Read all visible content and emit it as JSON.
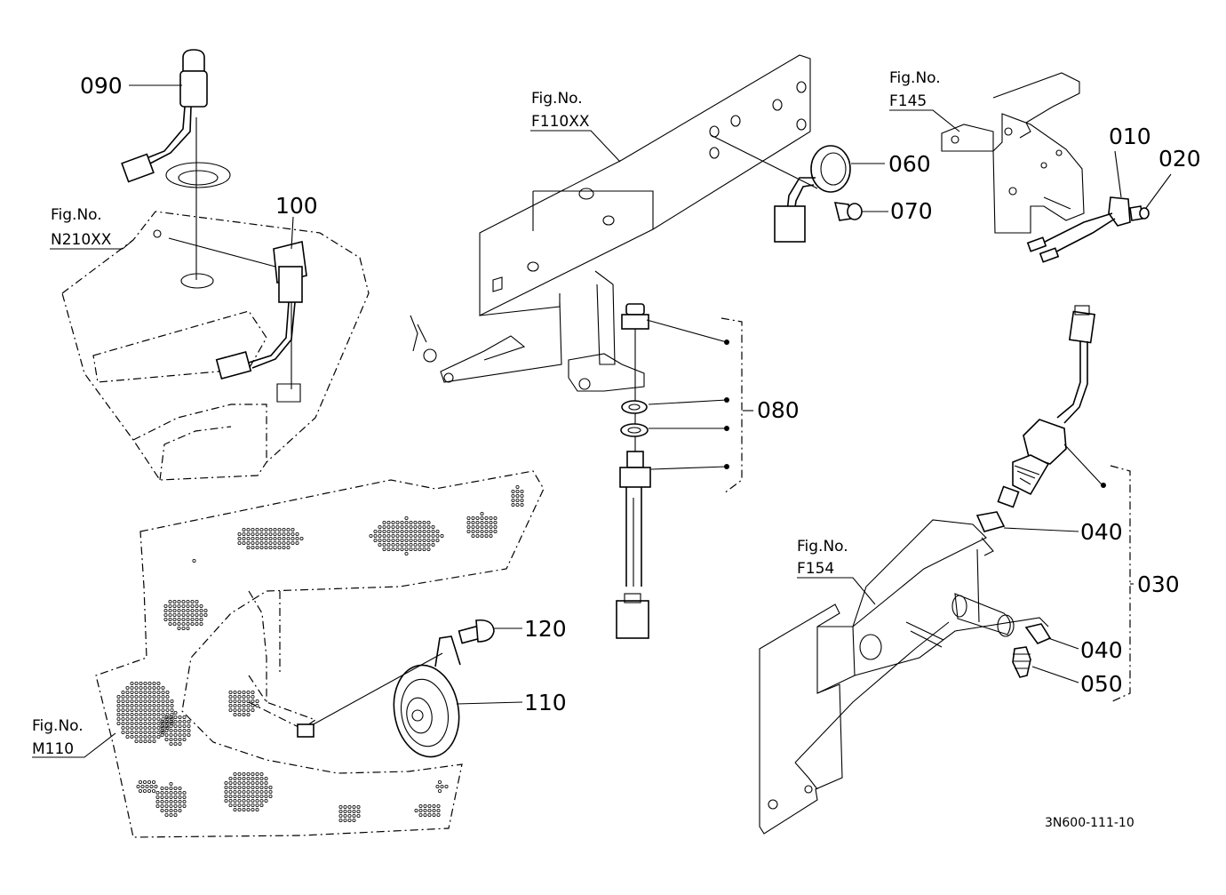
{
  "part_labels": {
    "p010": "010",
    "p020": "020",
    "p030": "030",
    "p040a": "040",
    "p040b": "040",
    "p050": "050",
    "p060": "060",
    "p070": "070",
    "p080": "080",
    "p090": "090",
    "p100": "100",
    "p110": "110",
    "p120": "120"
  },
  "figure_refs": {
    "fig_caption": "Fig.No.",
    "n210xx": "N210XX",
    "f110xx": "F110XX",
    "f145": "F145",
    "f154": "F154",
    "m110": "M110"
  },
  "document_code": "3N600-111-10"
}
